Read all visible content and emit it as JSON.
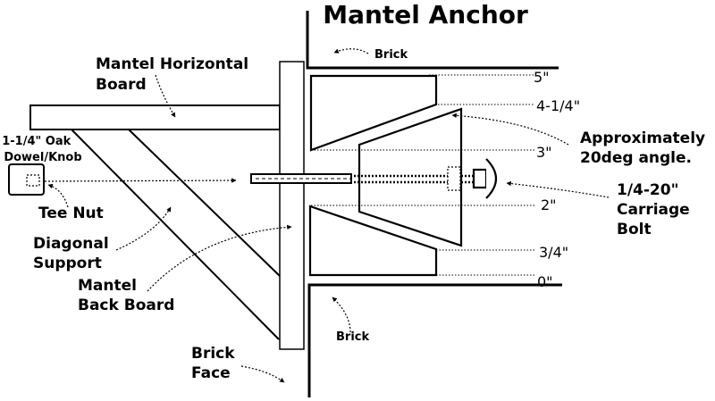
{
  "title": "Mantel Anchor",
  "labels": {
    "mantel_horizontal_board": [
      "Mantel Horizontal",
      "Board"
    ],
    "oak_dowel": [
      "1-1/4\" Oak",
      "Dowel/Knob"
    ],
    "tee_nut": "Tee Nut",
    "diagonal_support": [
      "Diagonal",
      "Support"
    ],
    "mantel_back_board": [
      "Mantel",
      "Back Board"
    ],
    "brick_face": [
      "Brick",
      "Face"
    ],
    "brick_top": "Brick",
    "brick_bottom": "Brick",
    "angle": [
      "Approximately",
      "20deg angle."
    ],
    "bolt": [
      "1/4-20\"",
      "Carriage",
      "Bolt"
    ]
  },
  "measurements": [
    "5\"",
    "4-1/4\"",
    "3\"",
    "2\"",
    "3/4\"",
    "0\""
  ]
}
